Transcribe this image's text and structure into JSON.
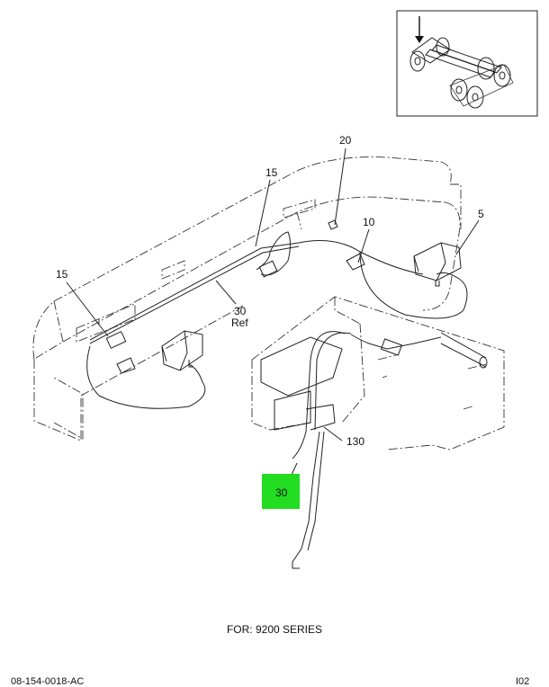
{
  "callouts": {
    "c20": "20",
    "c15_top": "15",
    "c10": "10",
    "c5": "5",
    "c15_left": "15",
    "c30_ref_num": "30",
    "c30_ref_label": "Ref",
    "c130": "130",
    "c30_highlight": "30"
  },
  "highlight_color": "#22dd22",
  "footer": {
    "series": "FOR: 9200 SERIES",
    "doc_id": "08-154-0018-AC",
    "page": "I02"
  }
}
